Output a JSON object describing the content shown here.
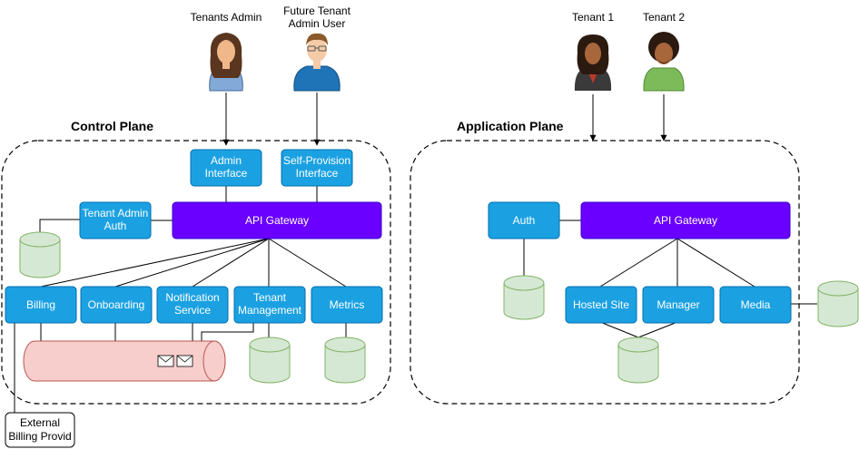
{
  "actors": {
    "tenants_admin": "Tenants Admin",
    "future_tenant_admin_user": [
      "Future Tenant",
      "Admin User"
    ],
    "tenant_1": "Tenant 1",
    "tenant_2": "Tenant 2"
  },
  "control_plane": {
    "title": "Control Plane",
    "admin_interface": [
      "Admin",
      "Interface"
    ],
    "self_provision_interface": [
      "Self-Provision",
      "Interface"
    ],
    "tenant_admin_auth": [
      "Tenant Admin",
      "Auth"
    ],
    "api_gateway": "API Gateway",
    "billing": "Billing",
    "onboarding": "Onboarding",
    "notification_service": [
      "Notification",
      "Service"
    ],
    "tenant_management": [
      "Tenant",
      "Management"
    ],
    "metrics": "Metrics",
    "external_billing_provider": [
      "External",
      "Billing Provid"
    ]
  },
  "application_plane": {
    "title": "Application Plane",
    "auth": "Auth",
    "api_gateway": "API Gateway",
    "hosted_site": "Hosted Site",
    "manager": "Manager",
    "media": "Media"
  },
  "colors": {
    "service_fill": "#1ba1e2",
    "service_stroke": "#006eaf",
    "gateway_fill": "#6a00ff",
    "gateway_stroke": "#3700cc",
    "db_fill": "#d5e8d4",
    "db_stroke": "#82b366",
    "queue_fill": "#f8cecc",
    "queue_stroke": "#b85450",
    "line": "#000000"
  }
}
